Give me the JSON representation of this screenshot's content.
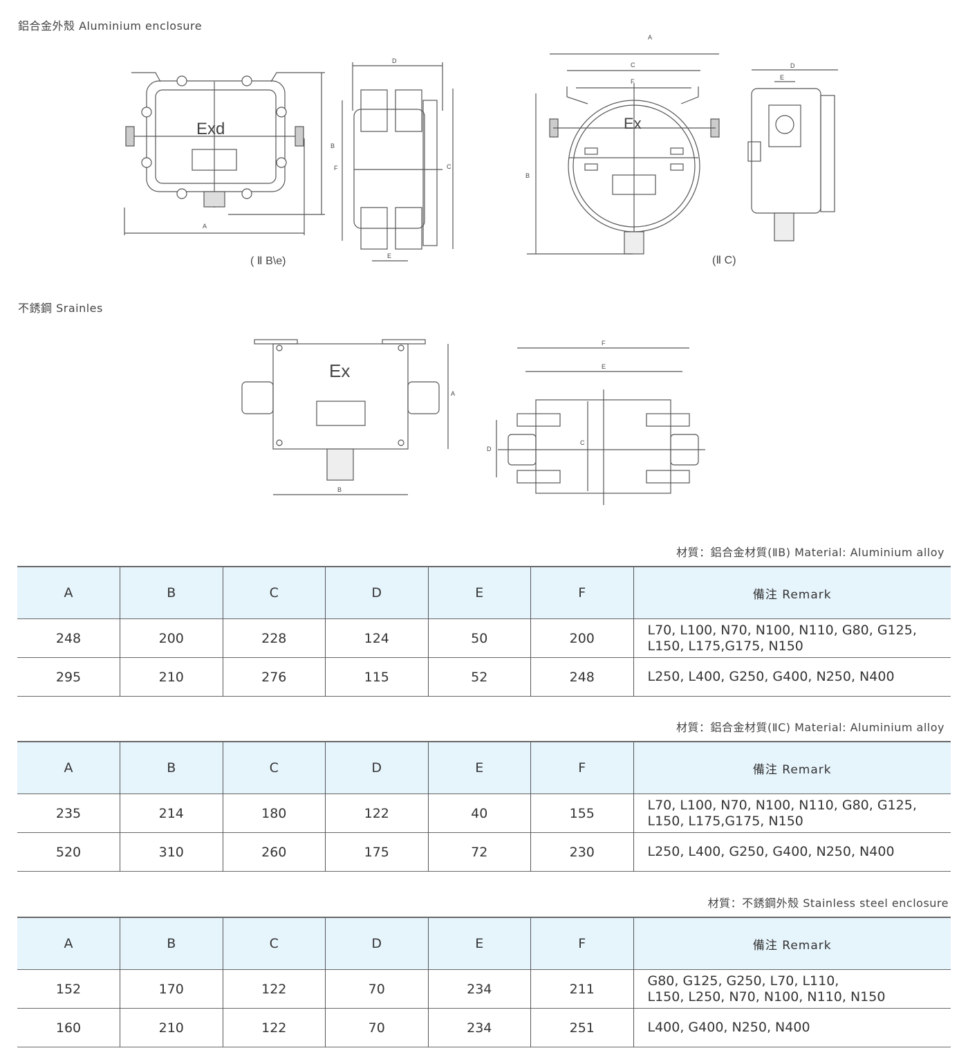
{
  "sections": {
    "aluminium": "鋁合金外殼 Aluminium enclosure",
    "stainless": "不銹鋼 Srainles"
  },
  "drawings": {
    "exd_label": "Exd",
    "ex_label": "Ex",
    "caption_iib": "( Ⅱ B\\e)",
    "caption_iic": "(Ⅱ C)",
    "dims": [
      "A",
      "B",
      "C",
      "D",
      "E",
      "F"
    ]
  },
  "tables": [
    {
      "caption": "材質：鋁合金材質(ⅡB) Material: Aluminium alloy",
      "headers": [
        "A",
        "B",
        "C",
        "D",
        "E",
        "F",
        "備注 Remark"
      ],
      "rows": [
        [
          "248",
          "200",
          "228",
          "124",
          "50",
          "200",
          "L70, L100, N70, N100, N110, G80, G125,",
          "L150, L175,G175, N150"
        ],
        [
          "295",
          "210",
          "276",
          "115",
          "52",
          "248",
          "L250, L400, G250, G400, N250, N400",
          ""
        ]
      ]
    },
    {
      "caption": "材質：鋁合金材質(ⅡC) Material: Aluminium alloy",
      "headers": [
        "A",
        "B",
        "C",
        "D",
        "E",
        "F",
        "備注 Remark"
      ],
      "rows": [
        [
          "235",
          "214",
          "180",
          "122",
          "40",
          "155",
          "L70, L100, N70, N100, N110, G80, G125,",
          "L150, L175,G175, N150"
        ],
        [
          "520",
          "310",
          "260",
          "175",
          "72",
          "230",
          "L250, L400, G250, G400, N250, N400",
          ""
        ]
      ]
    },
    {
      "caption": "材質：不銹鋼外殼 Stainless steel enclosure",
      "headers": [
        "A",
        "B",
        "C",
        "D",
        "E",
        "F",
        "備注 Remark"
      ],
      "rows": [
        [
          "152",
          "170",
          "122",
          "70",
          "234",
          "211",
          "G80, G125, G250, L70, L110,",
          "L150, L250, N70, N100, N110, N150"
        ],
        [
          "160",
          "210",
          "122",
          "70",
          "234",
          "251",
          "L400, G400, N250, N400",
          ""
        ]
      ]
    }
  ]
}
